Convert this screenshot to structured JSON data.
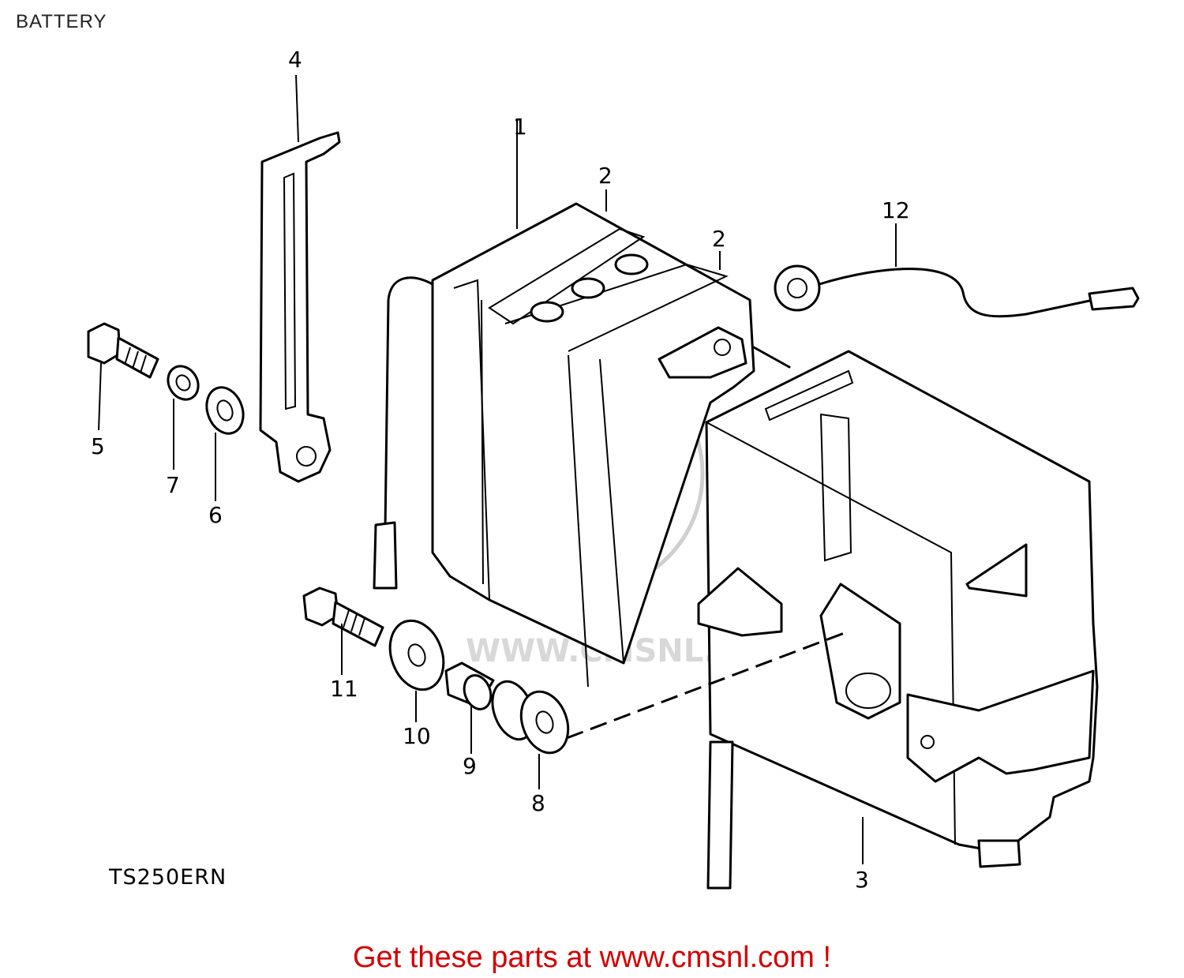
{
  "header": {
    "title": "BATTERY"
  },
  "diagram": {
    "model_code": "TS250ERN",
    "watermark": "WWW.CMSNL.COM",
    "callouts": [
      "1",
      "2",
      "2",
      "3",
      "4",
      "5",
      "6",
      "7",
      "8",
      "9",
      "10",
      "11",
      "12"
    ]
  },
  "footer": {
    "link_text": "Get these parts at www.cmsnl.com !"
  },
  "colors": {
    "link": "#d40000",
    "ink": "#000000"
  }
}
